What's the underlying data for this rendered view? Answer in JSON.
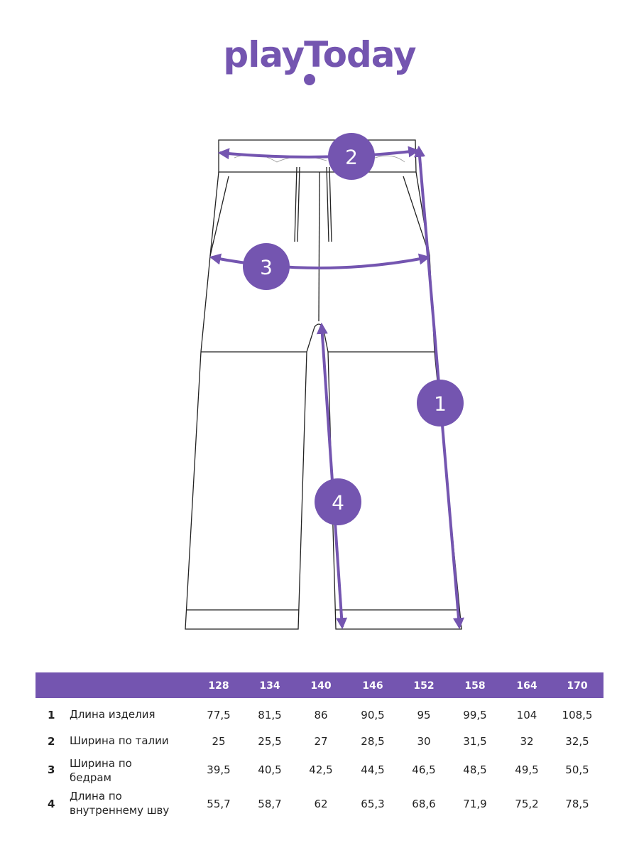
{
  "brand": {
    "logo_text": "playToday",
    "accent_color": "#7455b0"
  },
  "diagram": {
    "markers": [
      "1",
      "2",
      "3",
      "4"
    ]
  },
  "table": {
    "sizes": [
      "128",
      "134",
      "140",
      "146",
      "152",
      "158",
      "164",
      "170"
    ],
    "rows": [
      {
        "num": "1",
        "label": "Длина изделия",
        "values": [
          "77,5",
          "81,5",
          "86",
          "90,5",
          "95",
          "99,5",
          "104",
          "108,5"
        ]
      },
      {
        "num": "2",
        "label": "Ширина по талии",
        "values": [
          "25",
          "25,5",
          "27",
          "28,5",
          "30",
          "31,5",
          "32",
          "32,5"
        ]
      },
      {
        "num": "3",
        "label": "Ширина по бедрам",
        "values": [
          "39,5",
          "40,5",
          "42,5",
          "44,5",
          "46,5",
          "48,5",
          "49,5",
          "50,5"
        ]
      },
      {
        "num": "4",
        "label": "Длина по внутреннему шву",
        "values": [
          "55,7",
          "58,7",
          "62",
          "65,3",
          "68,6",
          "71,9",
          "75,2",
          "78,5"
        ]
      }
    ]
  }
}
